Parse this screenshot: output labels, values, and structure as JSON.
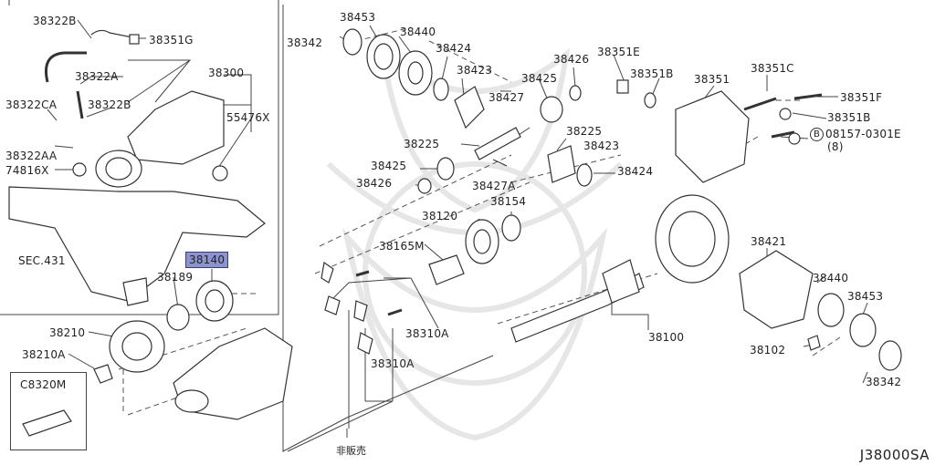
{
  "diagram_code": "J38000SA",
  "highlight_part": "38140",
  "not_for_sale_label": "非販売",
  "labels": {
    "p38322B_top": "38322B",
    "p38351G": "38351G",
    "p38322A": "38322A",
    "p38300": "38300",
    "p38322CA": "38322CA",
    "p38322B_mid": "38322B",
    "p55476X": "55476X",
    "p38322AA": "38322AA",
    "p74816X": "74816X",
    "sec431": "SEC.431",
    "p38140": "38140",
    "p38189": "38189",
    "p38210": "38210",
    "p38210A": "38210A",
    "pC8320M": "C8320M",
    "p38453_top": "38453",
    "p38342_top": "38342",
    "p38440_top": "38440",
    "p38424_top": "38424",
    "p38423_top": "38423",
    "p38427": "38427",
    "p38425_top": "38425",
    "p38426_top": "38426",
    "p38351E": "38351E",
    "p38351B_top": "38351B",
    "p38351": "38351",
    "p38351C": "38351C",
    "p38351F": "38351F",
    "p38351B_right": "38351B",
    "p08157": "08157-0301E",
    "p08157_qty": "(8)",
    "p38225_left": "38225",
    "p38225_right": "38225",
    "p38423_mid": "38423",
    "p38425_mid": "38425",
    "p38424_mid": "38424",
    "p38426_mid": "38426",
    "p38427A": "38427A",
    "p38154": "38154",
    "p38120": "38120",
    "p38165M": "38165M",
    "p38421": "38421",
    "p38440_right": "38440",
    "p38453_right": "38453",
    "p38310A_right": "38310A",
    "p38310A_bottom": "38310A",
    "p38100": "38100",
    "p38102": "38102",
    "p38342_right": "38342",
    "circle_B": "B"
  }
}
